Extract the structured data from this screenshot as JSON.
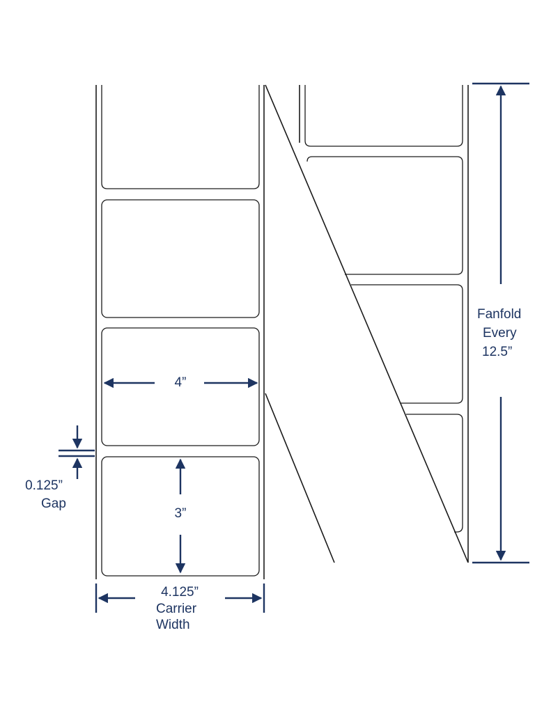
{
  "colors": {
    "line": "#1a1a1a",
    "dimension": "#1d3461",
    "background": "#ffffff"
  },
  "labels": {
    "label_width": "4”",
    "label_height": "3”",
    "gap_value": "0.125”",
    "gap_word": "Gap",
    "carrier_value": "4.125”",
    "carrier_word1": "Carrier",
    "carrier_word2": "Width",
    "fanfold_word1": "Fanfold",
    "fanfold_word2": "Every",
    "fanfold_value": "12.5”"
  }
}
